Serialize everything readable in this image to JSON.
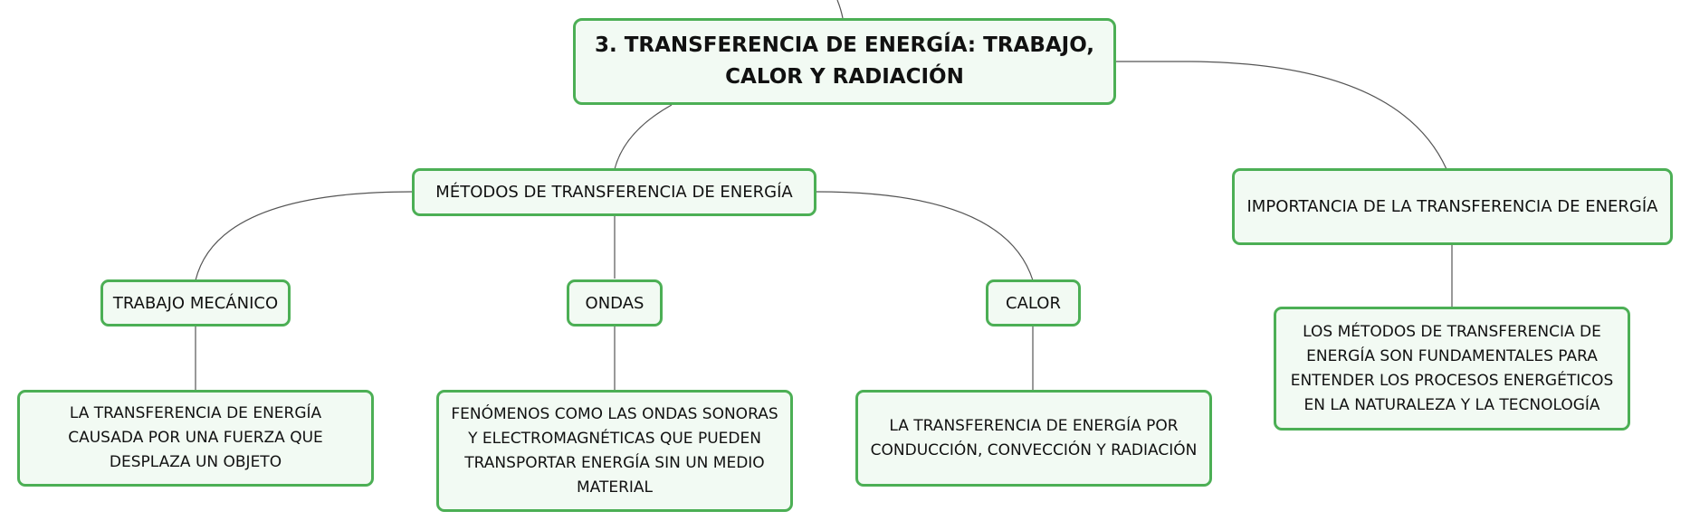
{
  "diagram": {
    "root": {
      "label": "3. TRANSFERENCIA DE ENERGÍA: TRABAJO, CALOR Y RADIACIÓN"
    },
    "methods": {
      "label": "MÉTODOS DE TRANSFERENCIA DE ENERGÍA"
    },
    "importance": {
      "label": "IMPORTANCIA DE LA TRANSFERENCIA DE ENERGÍA"
    },
    "trabajo": {
      "label": "TRABAJO MECÁNICO"
    },
    "ondas": {
      "label": "ONDAS"
    },
    "calor": {
      "label": "CALOR"
    },
    "trabajo_desc": {
      "label": "LA TRANSFERENCIA DE ENERGÍA CAUSADA POR UNA FUERZA QUE DESPLAZA UN OBJETO"
    },
    "ondas_desc": {
      "label": "FENÓMENOS COMO LAS ONDAS SONORAS Y ELECTROMAGNÉTICAS QUE PUEDEN TRANSPORTAR ENERGÍA SIN UN MEDIO MATERIAL"
    },
    "calor_desc": {
      "label": "LA TRANSFERENCIA DE ENERGÍA POR CONDUCCIÓN, CONVECCIÓN Y RADIACIÓN"
    },
    "importance_desc": {
      "label": "LOS MÉTODOS DE TRANSFERENCIA DE ENERGÍA SON FUNDAMENTALES PARA ENTENDER LOS PROCESOS ENERGÉTICOS EN LA NATURALEZA Y LA TECNOLOGÍA"
    }
  },
  "colors": {
    "node_border": "#4caf55",
    "node_fill": "#f2faf3",
    "connector": "#555555",
    "text": "#111111"
  }
}
